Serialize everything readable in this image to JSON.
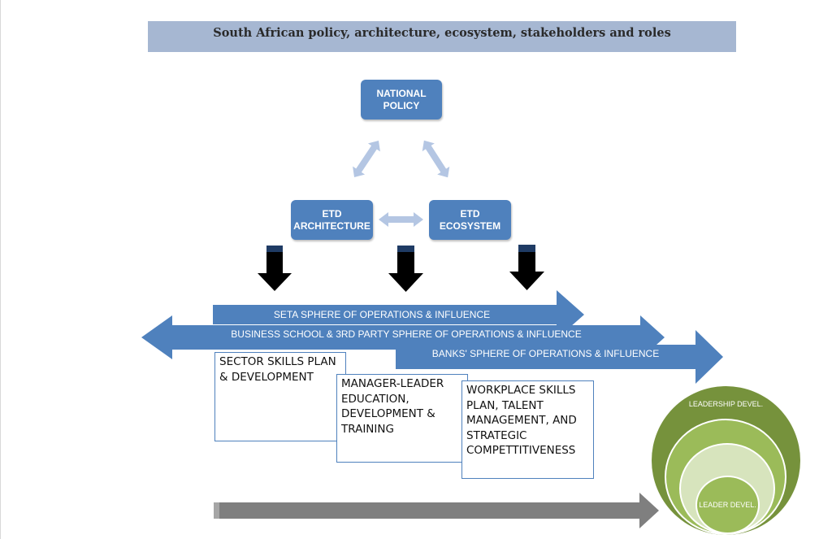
{
  "title": "South African policy, architecture, ecosystem, stakeholders and roles",
  "nodes": {
    "national_policy": [
      "NATIONAL",
      "POLICY"
    ],
    "etd_architecture": [
      "ETD",
      "ARCHITECTURE"
    ],
    "etd_ecosystem": [
      "ETD",
      "ECOSYSTEM"
    ]
  },
  "spheres": {
    "seta": "SETA SPHERE OF OPERATIONS & INFLUENCE",
    "business_school": "BUSINESS SCHOOL & 3RD PARTY SPHERE OF OPERATIONS & INFLUENCE",
    "banks": "BANKS' SPHERE OF OPERATIONS & INFLUENCE"
  },
  "boxes": {
    "sector_skills": [
      "SECTOR SKILLS PLAN",
      "& DEVELOPMENT"
    ],
    "manager_leader": [
      "MANAGER-LEADER",
      "EDUCATION,",
      "DEVELOPMENT &",
      "TRAINING"
    ],
    "workplace_skills": [
      "WORKPLACE SKILLS",
      "PLAN, TALENT",
      "MANAGEMENT, AND",
      "STRATEGIC",
      "COMPETTITIVENESS"
    ]
  },
  "circles": {
    "outer": "LEADERSHIP DEVEL.",
    "inner": "LEADER DEVEL."
  },
  "colors": {
    "node_blue": "#4f81bd",
    "title_bar": "#a6b7d2",
    "light_arrow": "#b4c6e3",
    "black_arrow": "#000000",
    "grey_arrow": "#7f7f7f",
    "circle_outer": "#76923c",
    "circle_mid": "#9bbb59",
    "circle_light": "#d7e4bd"
  }
}
